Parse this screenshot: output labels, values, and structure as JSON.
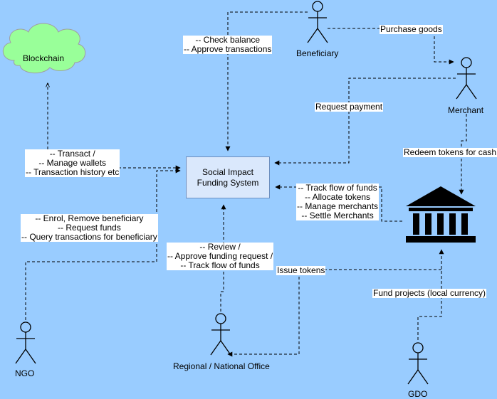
{
  "nodes": {
    "blockchain": "Blockchain",
    "system": [
      "Social Impact",
      "Funding System"
    ],
    "beneficiary": "Beneficiary",
    "merchant": "Merchant",
    "ngo": "NGO",
    "office": "Regional / National Office",
    "gdo": "GDO"
  },
  "labels": {
    "check_balance": [
      "-- Check balance",
      "-- Approve transactions"
    ],
    "purchase_goods": "Purchase goods",
    "request_payment": "Request payment",
    "redeem_tokens": "Redeem tokens for cash",
    "transact": [
      "-- Transact /",
      "-- Manage wallets",
      "-- Transaction history etc"
    ],
    "enrol": [
      "-- Enrol, Remove beneficiary",
      "-- Request funds",
      "-- Query transactions for beneficiary"
    ],
    "track": [
      "-- Track flow of funds",
      "-- Allocate tokens",
      "-- Manage merchants",
      "-- Settle Merchants"
    ],
    "review": [
      "-- Review /",
      "-- Approve funding request /",
      "-- Track flow of funds"
    ],
    "issue_tokens": "Issue tokens",
    "fund_projects": "Fund projects (local currency)"
  },
  "colors": {
    "background": "#99ccff",
    "cloud_fill": "#99ff99",
    "system_fill": "#dae8fc",
    "system_border": "#6c8ebf"
  },
  "icons": [
    "cloud-icon",
    "actor-icon",
    "bank-icon"
  ]
}
